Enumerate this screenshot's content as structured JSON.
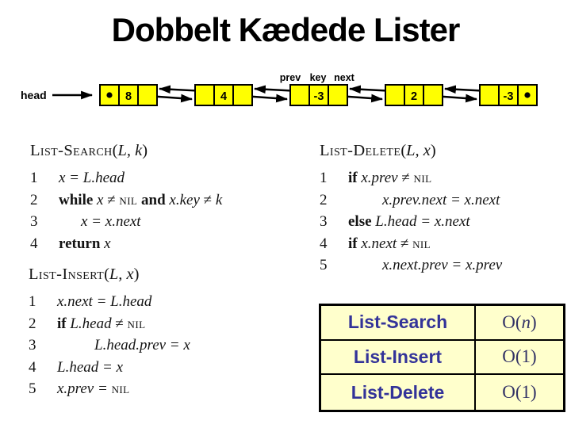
{
  "title": "Dobbelt Kædede Lister",
  "colors": {
    "node_fill": "#FFFF00",
    "table_bg": "#FFFFCC",
    "table_label": "#333399",
    "table_value": "#333366",
    "text": "#000000"
  },
  "diagram": {
    "head_label": "head",
    "field_labels": [
      "prev",
      "key",
      "next"
    ],
    "keys": [
      "8",
      "4",
      "-3",
      "2",
      "-3"
    ],
    "nil_marker": "•"
  },
  "procedures": {
    "search": {
      "title": [
        {
          "t": "List-Search",
          "s": "sc"
        },
        {
          "t": "(",
          "s": "pl"
        },
        {
          "t": "L, k",
          "s": "it"
        },
        {
          "t": ")",
          "s": "pl"
        }
      ],
      "lines": [
        {
          "num": "1",
          "indent": 0,
          "segs": [
            {
              "t": "x = L.head",
              "s": "it"
            }
          ]
        },
        {
          "num": "2",
          "indent": 0,
          "segs": [
            {
              "t": "while",
              "s": "kw"
            },
            {
              "t": " ",
              "s": "pl"
            },
            {
              "t": "x",
              "s": "it"
            },
            {
              "t": " ≠ ",
              "s": "pl"
            },
            {
              "t": "nil",
              "s": "sc"
            },
            {
              "t": " ",
              "s": "pl"
            },
            {
              "t": "and",
              "s": "kw"
            },
            {
              "t": " ",
              "s": "pl"
            },
            {
              "t": "x.key",
              "s": "it"
            },
            {
              "t": " ≠ ",
              "s": "pl"
            },
            {
              "t": "k",
              "s": "it"
            }
          ]
        },
        {
          "num": "3",
          "indent": 1,
          "segs": [
            {
              "t": "x = x.next",
              "s": "it"
            }
          ]
        },
        {
          "num": "4",
          "indent": 0,
          "segs": [
            {
              "t": "return",
              "s": "kw"
            },
            {
              "t": " ",
              "s": "pl"
            },
            {
              "t": "x",
              "s": "it"
            }
          ]
        }
      ]
    },
    "delete": {
      "title": [
        {
          "t": "List-Delete",
          "s": "sc"
        },
        {
          "t": "(",
          "s": "pl"
        },
        {
          "t": "L, x",
          "s": "it"
        },
        {
          "t": ")",
          "s": "pl"
        }
      ],
      "lines": [
        {
          "num": "1",
          "indent": 0,
          "segs": [
            {
              "t": "if",
              "s": "kw"
            },
            {
              "t": " ",
              "s": "pl"
            },
            {
              "t": "x.prev",
              "s": "it"
            },
            {
              "t": " ≠ ",
              "s": "pl"
            },
            {
              "t": "nil",
              "s": "sc"
            }
          ]
        },
        {
          "num": "2",
          "indent": 1,
          "segs": [
            {
              "t": "x.prev.next = x.next",
              "s": "it"
            }
          ]
        },
        {
          "num": "3",
          "indent": 0,
          "segs": [
            {
              "t": "else",
              "s": "kw"
            },
            {
              "t": " ",
              "s": "pl"
            },
            {
              "t": "L.head = x.next",
              "s": "it"
            }
          ]
        },
        {
          "num": "4",
          "indent": 0,
          "segs": [
            {
              "t": "if",
              "s": "kw"
            },
            {
              "t": " ",
              "s": "pl"
            },
            {
              "t": "x.next",
              "s": "it"
            },
            {
              "t": " ≠ ",
              "s": "pl"
            },
            {
              "t": "nil",
              "s": "sc"
            }
          ]
        },
        {
          "num": "5",
          "indent": 1,
          "segs": [
            {
              "t": "x.next.prev = x.prev",
              "s": "it"
            }
          ]
        }
      ]
    },
    "insert": {
      "title": [
        {
          "t": "List-Insert",
          "s": "sc"
        },
        {
          "t": "(",
          "s": "pl"
        },
        {
          "t": "L, x",
          "s": "it"
        },
        {
          "t": ")",
          "s": "pl"
        }
      ],
      "lines": [
        {
          "num": "1",
          "indent": 0,
          "segs": [
            {
              "t": "x.next = L.head",
              "s": "it"
            }
          ]
        },
        {
          "num": "2",
          "indent": 0,
          "segs": [
            {
              "t": "if",
              "s": "kw"
            },
            {
              "t": " ",
              "s": "pl"
            },
            {
              "t": "L.head",
              "s": "it"
            },
            {
              "t": " ≠ ",
              "s": "pl"
            },
            {
              "t": "nil",
              "s": "sc"
            }
          ]
        },
        {
          "num": "3",
          "indent": 1,
          "segs": [
            {
              "t": "L.head.prev = x",
              "s": "it"
            }
          ]
        },
        {
          "num": "4",
          "indent": 0,
          "segs": [
            {
              "t": "L.head = x",
              "s": "it"
            }
          ]
        },
        {
          "num": "5",
          "indent": 0,
          "segs": [
            {
              "t": "x.prev = ",
              "s": "it"
            },
            {
              "t": "nil",
              "s": "sc"
            }
          ]
        }
      ]
    }
  },
  "table": {
    "rows": [
      {
        "op": "List-Search",
        "cost": [
          {
            "t": "O(",
            "s": "pl"
          },
          {
            "t": "n",
            "s": "it"
          },
          {
            "t": ")",
            "s": "pl"
          }
        ]
      },
      {
        "op": "List-Insert",
        "cost": [
          {
            "t": "O(1)",
            "s": "pl"
          }
        ]
      },
      {
        "op": "List-Delete",
        "cost": [
          {
            "t": "O(1)",
            "s": "pl"
          }
        ]
      }
    ]
  }
}
